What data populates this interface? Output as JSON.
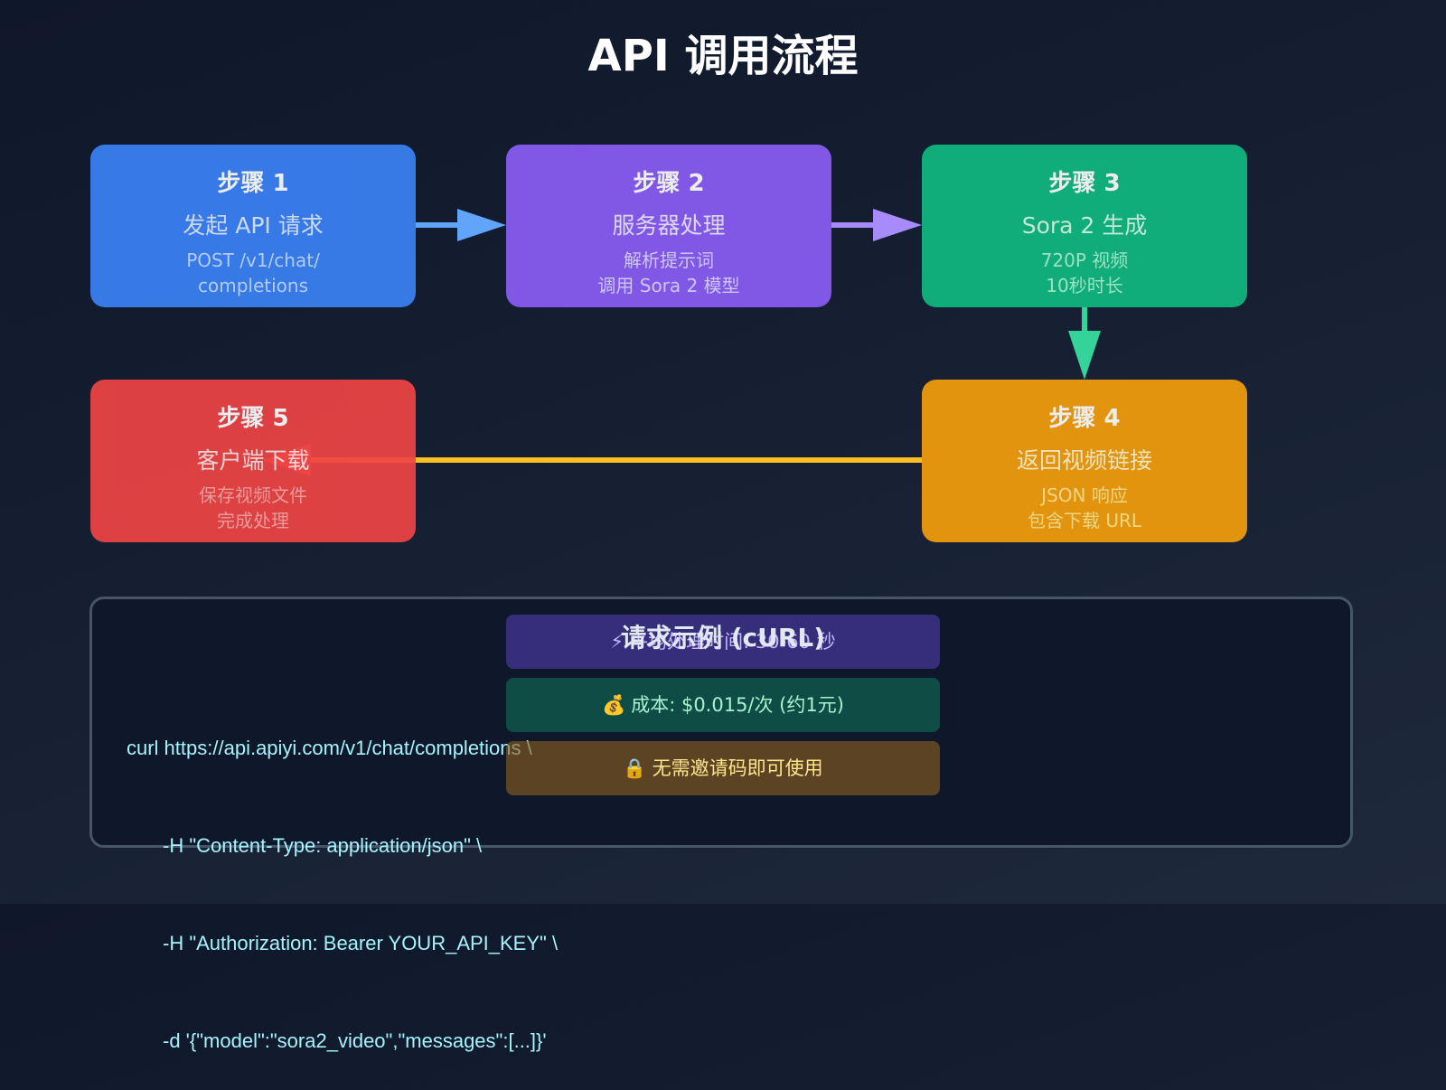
{
  "title": "API 调用流程",
  "colors": {
    "step1": "#3b82f6",
    "step2": "#8b5cf6",
    "step3": "#10b981",
    "step4": "#f59e0b",
    "step5": "#ef4444",
    "arrow1": "#60a5fa",
    "arrow2": "#a78bfa",
    "arrow3": "#34d399",
    "arrow4": "#fbbf24"
  },
  "steps": [
    {
      "label": "步骤 1",
      "name": "发起 API 请求",
      "desc_line1": "POST /v1/chat/",
      "desc_line2": "completions"
    },
    {
      "label": "步骤 2",
      "name": "服务器处理",
      "desc_line1": "解析提示词",
      "desc_line2": "调用 Sora 2 模型"
    },
    {
      "label": "步骤 3",
      "name": "Sora 2 生成",
      "desc_line1": "720P 视频",
      "desc_line2": "10秒时长"
    },
    {
      "label": "步骤 4",
      "name": "返回视频链接",
      "desc_line1": "JSON 响应",
      "desc_line2": "包含下载 URL"
    },
    {
      "label": "步骤 5",
      "name": "客户端下载",
      "desc_line1": "保存视频文件",
      "desc_line2": "完成处理"
    }
  ],
  "code_section": {
    "title": "请求示例 (cURL)",
    "lines": [
      "curl https://api.apiyi.com/v1/chat/completions \\",
      "-H \"Content-Type: application/json\" \\",
      "-H \"Authorization: Bearer YOUR_API_KEY\" \\",
      "-d '{\"model\":\"sora2_video\",\"messages\":[...]}'"
    ]
  },
  "info": [
    {
      "icon": "⚡",
      "icon_name": "lightning-icon",
      "text": "平均处理时间: 30-60 秒"
    },
    {
      "icon": "💰",
      "icon_name": "money-bag-icon",
      "text": "成本: $0.015/次 (约1元)"
    },
    {
      "icon": "🔒",
      "icon_name": "lock-icon",
      "text": "无需邀请码即可使用"
    }
  ]
}
